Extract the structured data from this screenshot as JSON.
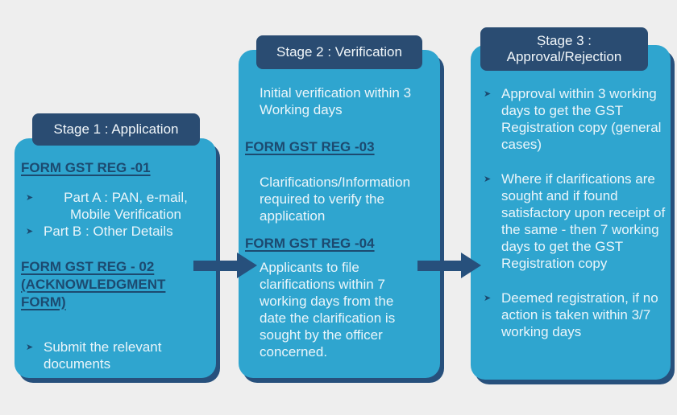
{
  "diagram": {
    "bullet_icon": "➤",
    "colors": {
      "background": "#eeeeee",
      "box_fill": "#2fa5cf",
      "navy_header": "#2a4c72",
      "navy_shadow": "#27507c",
      "form_heading_text": "#1c4a70",
      "body_text": "#eaf5fa"
    },
    "stages": [
      {
        "title": "Stage 1 : Application",
        "form_heading_1": "FORM GST REG -01",
        "bullets_1": [
          "Part A : PAN, e-mail, Mobile Verification",
          "Part B : Other Details"
        ],
        "form_heading_2_line1": "FORM GST REG - 02",
        "form_heading_2_line2": "(ACKNOWLEDGMENT FORM)",
        "bullets_2": [
          "Submit the relevant documents"
        ]
      },
      {
        "title": "Stage 2 : Verification",
        "paragraph_1": "Initial verification within 3 Working days",
        "form_heading_1": "FORM GST REG -03",
        "paragraph_2": "Clarifications/Information required to verify the application",
        "form_heading_2": "FORM GST REG -04",
        "paragraph_3": "Applicants to file clarifications within 7 working days from the date the clarification is sought by the officer concerned."
      },
      {
        "title_line1": "Ṣtage 3 :",
        "title_line2": "Approval/Rejection",
        "bullets": [
          "Approval within 3 working days to get the GST Registration copy (general cases)",
          "Where if clarifications are sought and if found satisfactory upon receipt of the same - then 7 working days to get the GST Registration copy",
          "Deemed registration, if no action is taken within 3/7 working days"
        ]
      }
    ]
  }
}
